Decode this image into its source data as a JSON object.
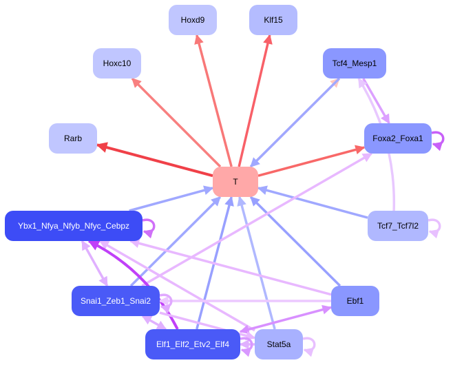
{
  "diagram": {
    "type": "gene-regulatory-network",
    "nodes": [
      {
        "id": "T",
        "label": "T",
        "fill": "#ffa8a8",
        "text_color": "#000000"
      },
      {
        "id": "Hoxd9",
        "label": "Hoxd9",
        "fill": "#c0c6ff",
        "text_color": "#000000"
      },
      {
        "id": "Klf15",
        "label": "Klf15",
        "fill": "#b4bcff",
        "text_color": "#000000"
      },
      {
        "id": "Hoxc10",
        "label": "Hoxc10",
        "fill": "#c0c6ff",
        "text_color": "#000000"
      },
      {
        "id": "Tcf4_Mesp1",
        "label": "Tcf4_Mesp1",
        "fill": "#8a97ff",
        "text_color": "#000000"
      },
      {
        "id": "Rarb",
        "label": "Rarb",
        "fill": "#c0c6ff",
        "text_color": "#000000"
      },
      {
        "id": "Foxa2_Foxa1",
        "label": "Foxa2_Foxa1",
        "fill": "#8a97ff",
        "text_color": "#000000"
      },
      {
        "id": "Ybx1",
        "label": "Ybx1_Nfya_Nfyb_Nfyc_Cebpz",
        "fill": "#3d4cf6",
        "text_color": "#ffffff"
      },
      {
        "id": "Tcf7_Tcf7l2",
        "label": "Tcf7_Tcf7l2",
        "fill": "#b0b8ff",
        "text_color": "#000000"
      },
      {
        "id": "Snai1",
        "label": "Snai1_Zeb1_Snai2",
        "fill": "#4a5af7",
        "text_color": "#ffffff"
      },
      {
        "id": "Ebf1",
        "label": "Ebf1",
        "fill": "#8a97ff",
        "text_color": "#000000"
      },
      {
        "id": "Elf1",
        "label": "Elf1_Elf2_Etv2_Elf4",
        "fill": "#4a5af7",
        "text_color": "#ffffff"
      },
      {
        "id": "Stat5a",
        "label": "Stat5a",
        "fill": "#a8b1ff",
        "text_color": "#000000"
      }
    ],
    "edges": [
      {
        "from": "T",
        "to": "Rarb",
        "color": "#f04048"
      },
      {
        "from": "T",
        "to": "Hoxc10",
        "color": "#f88080"
      },
      {
        "from": "T",
        "to": "Hoxd9",
        "color": "#f87878"
      },
      {
        "from": "T",
        "to": "Klf15",
        "color": "#f86068"
      },
      {
        "from": "T",
        "to": "Tcf4_Mesp1",
        "color": "#ffc8c0"
      },
      {
        "from": "T",
        "to": "Foxa2_Foxa1",
        "color": "#f86868"
      },
      {
        "from": "Tcf4_Mesp1",
        "to": "T",
        "color": "#a0a8ff"
      },
      {
        "from": "Ybx1",
        "to": "T",
        "color": "#a0a8ff"
      },
      {
        "from": "Snai1",
        "to": "T",
        "color": "#a0a8ff"
      },
      {
        "from": "Elf1",
        "to": "T",
        "color": "#98a0ff"
      },
      {
        "from": "Stat5a",
        "to": "T",
        "color": "#b0b8ff"
      },
      {
        "from": "Ebf1",
        "to": "T",
        "color": "#98a0ff"
      },
      {
        "from": "Tcf7_Tcf7l2",
        "to": "T",
        "color": "#a0a8ff"
      },
      {
        "from": "Tcf4_Mesp1",
        "to": "Foxa2_Foxa1",
        "color": "#dca0ff"
      },
      {
        "from": "Tcf7_Tcf7l2",
        "to": "Tcf4_Mesp1",
        "color": "#e8c8ff",
        "curved": true
      },
      {
        "from": "Snai1",
        "to": "Foxa2_Foxa1",
        "color": "#e8b8ff"
      },
      {
        "from": "Ebf1",
        "to": "Ybx1",
        "color": "#e8b8ff"
      },
      {
        "from": "Stat5a",
        "to": "Ybx1",
        "color": "#e8b8ff"
      },
      {
        "from": "Elf1",
        "to": "Ybx1",
        "color": "#c040f8",
        "curved": true
      },
      {
        "from": "Ybx1",
        "to": "Snai1",
        "color": "#e0b0ff",
        "bidirectional": true
      },
      {
        "from": "Snai1",
        "to": "Elf1",
        "color": "#e0b0ff",
        "bidirectional": true
      },
      {
        "from": "Ebf1",
        "to": "Snai1",
        "color": "#ecc8ff"
      },
      {
        "from": "Elf1",
        "to": "Ebf1",
        "color": "#d890ff",
        "bidirectional": true
      },
      {
        "from": "Snai1",
        "to": "Stat5a",
        "color": "#e8b8ff"
      },
      {
        "from": "Stat5a",
        "to": "Elf1",
        "color": "#e0b0ff"
      },
      {
        "from": "Foxa2_Foxa1",
        "to": "Foxa2_Foxa1",
        "color": "#c860f8",
        "self": true
      },
      {
        "from": "Ybx1",
        "to": "Ybx1",
        "color": "#d070f8",
        "self": true
      },
      {
        "from": "Tcf7_Tcf7l2",
        "to": "Tcf7_Tcf7l2",
        "color": "#e8c0ff",
        "self": true
      },
      {
        "from": "Snai1",
        "to": "Snai1",
        "color": "#e0a8ff",
        "self": true
      },
      {
        "from": "Elf1",
        "to": "Elf1",
        "color": "#d898ff",
        "self": true
      },
      {
        "from": "Stat5a",
        "to": "Stat5a",
        "color": "#e8c0ff",
        "self": true
      }
    ]
  }
}
